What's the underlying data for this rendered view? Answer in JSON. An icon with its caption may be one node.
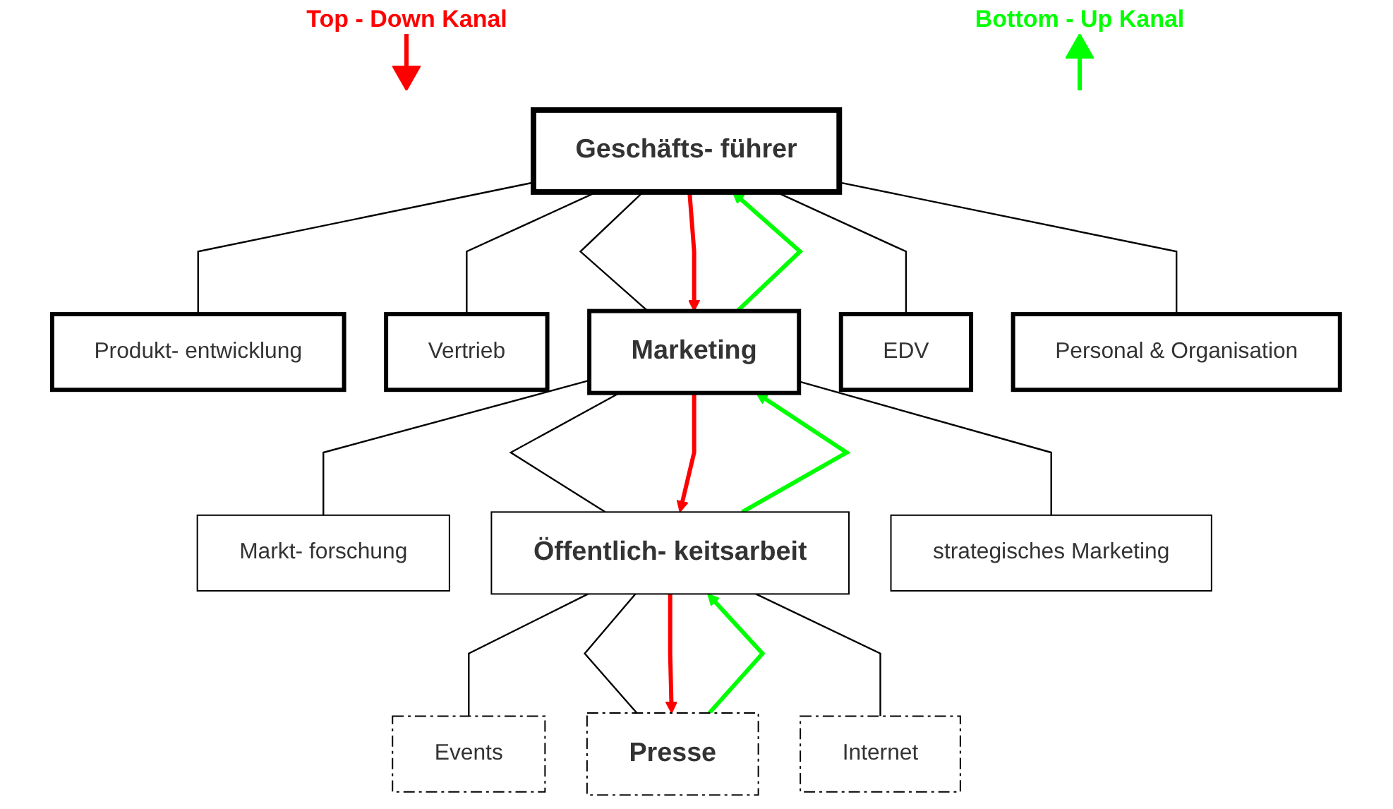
{
  "diagram": {
    "nodes": [
      {
        "text": [
          "Geschäfts- führer"
        ]
      },
      {
        "text": [
          "Produkt- entwicklung"
        ]
      },
      {
        "text": [
          "Vertrieb"
        ]
      },
      {
        "text": [
          "Marketing"
        ]
      },
      {
        "text": [
          "EDV"
        ]
      },
      {
        "text": [
          "Personal & Organisation"
        ]
      },
      {
        "text": [
          "Markt- forschung"
        ]
      },
      {
        "text": [
          "Öffentlich- keitsarbeit"
        ]
      },
      {
        "text": [
          "strategisches Marketing"
        ]
      },
      {
        "text": [
          "Events"
        ]
      },
      {
        "text": [
          "Presse"
        ]
      },
      {
        "text": [
          "Internet"
        ]
      }
    ],
    "edges": [
      {
        "from": 0,
        "to": 1,
        "arrow": "none"
      },
      {
        "from": 0,
        "to": 2,
        "arrow": "none"
      },
      {
        "from": 0,
        "to": 3,
        "arrow": "none"
      },
      {
        "from": 0,
        "to": 4,
        "arrow": "none"
      },
      {
        "from": 0,
        "to": 5,
        "arrow": "none"
      },
      {
        "from": 0,
        "to": 3,
        "arrow": "to",
        "style": "thick",
        "color": "#ff0000"
      },
      {
        "from": 3,
        "to": 0,
        "arrow": "to",
        "style": "thick",
        "color": "#00ff00"
      },
      {
        "from": 3,
        "to": 6,
        "arrow": "none"
      },
      {
        "from": 3,
        "to": 7,
        "arrow": "none"
      },
      {
        "from": 3,
        "to": 8,
        "arrow": "none"
      },
      {
        "from": 3,
        "to": 7,
        "arrow": "to",
        "style": "thick",
        "color": "#ff0000"
      },
      {
        "from": 7,
        "to": 3,
        "arrow": "to",
        "style": "thick",
        "color": "#00ff00"
      },
      {
        "from": 7,
        "to": 9,
        "arrow": "none"
      },
      {
        "from": 7,
        "to": 10,
        "arrow": "none"
      },
      {
        "from": 7,
        "to": 11,
        "arrow": "none"
      },
      {
        "from": 7,
        "to": 10,
        "arrow": "to",
        "style": "thick",
        "color": "#ff0000"
      },
      {
        "from": 10,
        "to": 7,
        "arrow": "to",
        "style": "thick",
        "color": "#00ff00"
      }
    ],
    "legend": [
      {
        "text": "Top - Down Kanal",
        "color": "#ff0000"
      },
      {
        "text": "Bottom - Up Kanal",
        "color": "#00ff00"
      }
    ]
  }
}
